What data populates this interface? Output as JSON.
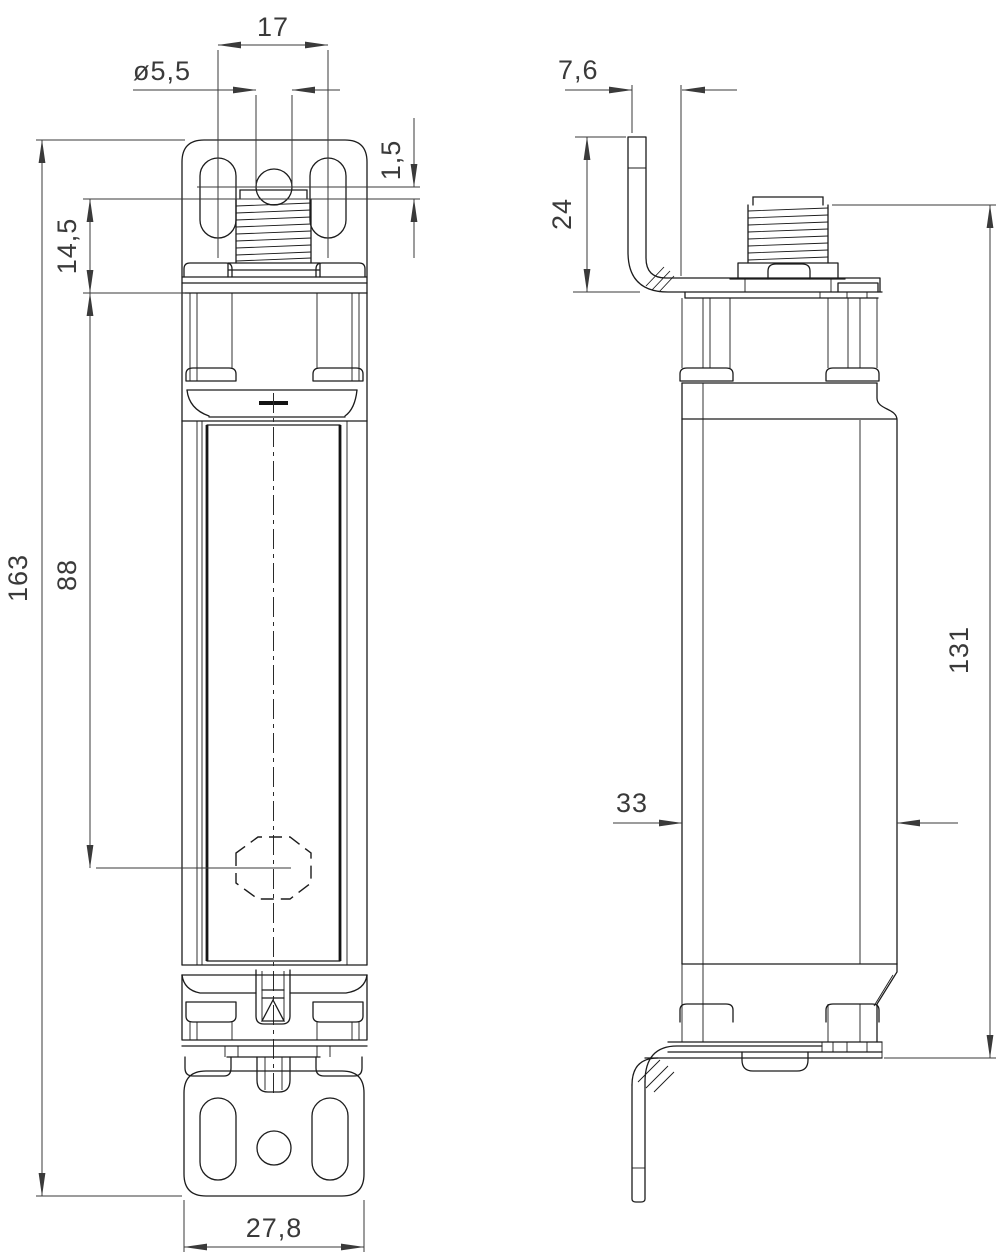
{
  "front_view": {
    "dimensions": {
      "slot_spacing": "17",
      "hole_diameter": "ø5,5",
      "hole_offset": "1,5",
      "head_height": "14,5",
      "window_length": "88",
      "total_height": "163",
      "bracket_width": "27,8"
    }
  },
  "side_view": {
    "dimensions": {
      "bracket_offset": "7,6",
      "bracket_height": "24",
      "housing_depth": "33",
      "housing_length": "131"
    }
  }
}
